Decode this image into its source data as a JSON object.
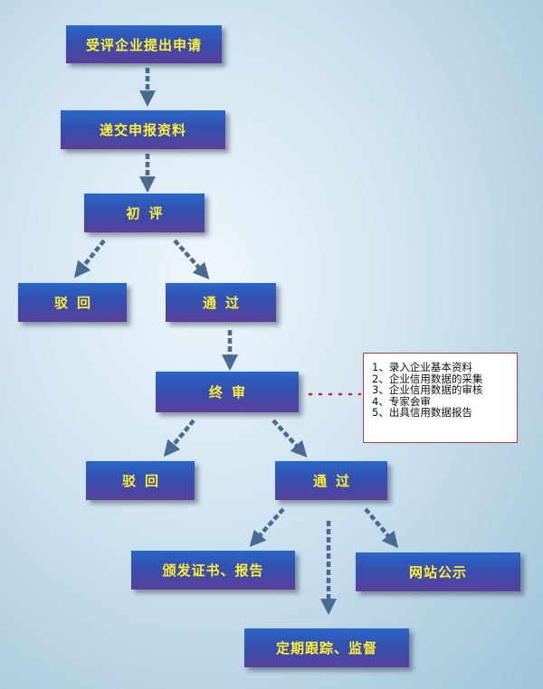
{
  "nodes": {
    "apply": "受评企业提出申请",
    "submit": "递交申报资料",
    "initial_review": "初评",
    "initial_reject": "驳回",
    "initial_pass": "通过",
    "final_review": "终审",
    "final_reject": "驳回",
    "final_pass": "通过",
    "issue_cert": "颁发证书、报告",
    "publish": "网站公示",
    "tracking": "定期跟踪、监督"
  },
  "note": {
    "items": [
      "1、录入企业基本资料",
      "2、企业信用数据的采集",
      "3、企业信用数据的审核",
      "4、专家会审",
      "5、出具信用数据报告"
    ]
  },
  "colors": {
    "box_top": "#2a68c8",
    "box_bottom": "#5a3f9a",
    "box_text": "#ffee33",
    "arrow": "#4a6a94",
    "note_border": "#d43030",
    "connector_dots": "#cc2222"
  }
}
